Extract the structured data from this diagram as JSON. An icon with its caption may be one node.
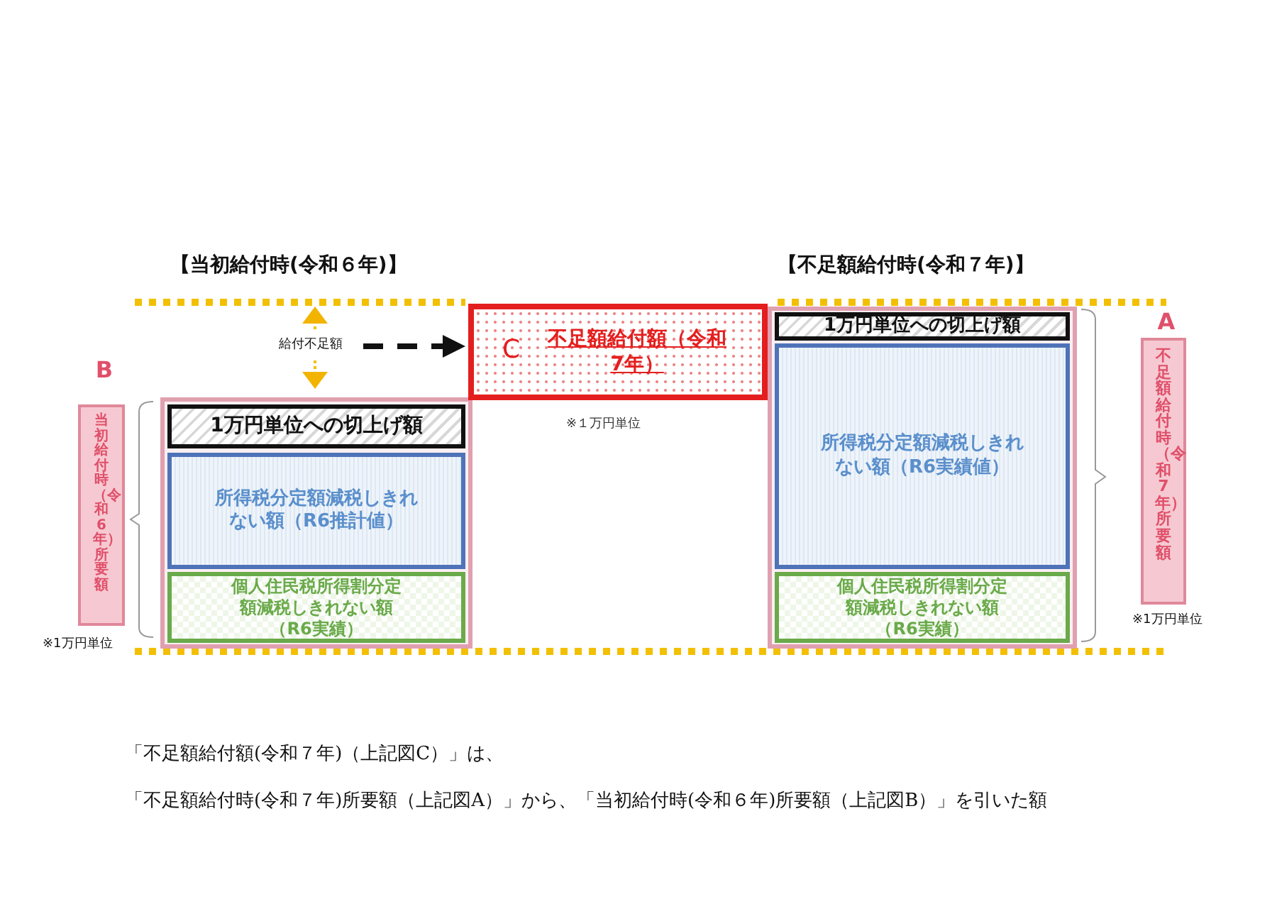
{
  "diagram": {
    "nodes": [
      {
        "text": [],
        "shape": "box"
      },
      {
        "text": [
          "1万円単位への切上げ額"
        ],
        "in": 0
      },
      {
        "text": [
          "所得税分定額減税しきれない額（R6推計値）"
        ],
        "in": 0
      },
      {
        "text": [
          "個人住民税所得割分定額減税しきれない額（R6実績）"
        ],
        "in": 0
      },
      {
        "text": [
          "C",
          "不足額給付額（令和7年）"
        ],
        "beside": [
          "※１万円単位"
        ]
      },
      {
        "text": [],
        "shape": "box"
      },
      {
        "text": [
          "1万円単位への切上げ額"
        ],
        "in": 5
      },
      {
        "text": [
          "所得税分定額減税しきれない額（R6実績値）"
        ],
        "in": 5
      },
      {
        "text": [
          "個人住民税所得割分定額減税しきれない額（R6実績）"
        ],
        "in": 5
      },
      {
        "text": [
          "給付不足額"
        ]
      },
      {
        "text": [
          "B",
          "当初給付時（令和6年）所要額"
        ],
        "beside": [
          "※1万円単位"
        ]
      },
      {
        "text": [
          "A",
          "不足額給付時（令和7年）所要額"
        ],
        "beside": [
          "※1万円単位"
        ]
      }
    ],
    "edges": [
      {
        "from": 9,
        "to": 4,
        "arrow": "to",
        "style": "dashed"
      }
    ],
    "labels": [
      "【当初給付時(令和６年)】",
      "【不足額給付時(令和７年)】",
      "「不足額給付額(令和７年)（上記図C）」は、",
      "「不足額給付時(令和７年)所要額（上記図A）」から、「当初給付時(令和６年)所要額（上記図B）」を引いた額"
    ]
  }
}
